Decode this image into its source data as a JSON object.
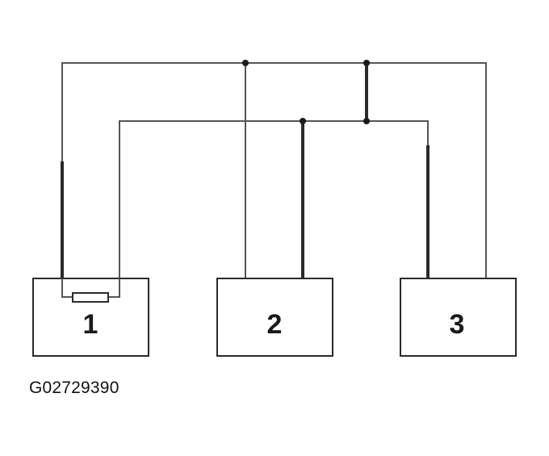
{
  "diagram": {
    "modules": [
      {
        "label": "1"
      },
      {
        "label": "2"
      },
      {
        "label": "3"
      }
    ],
    "reference_code": "G02729390",
    "line_color": "#2a2a2a"
  }
}
